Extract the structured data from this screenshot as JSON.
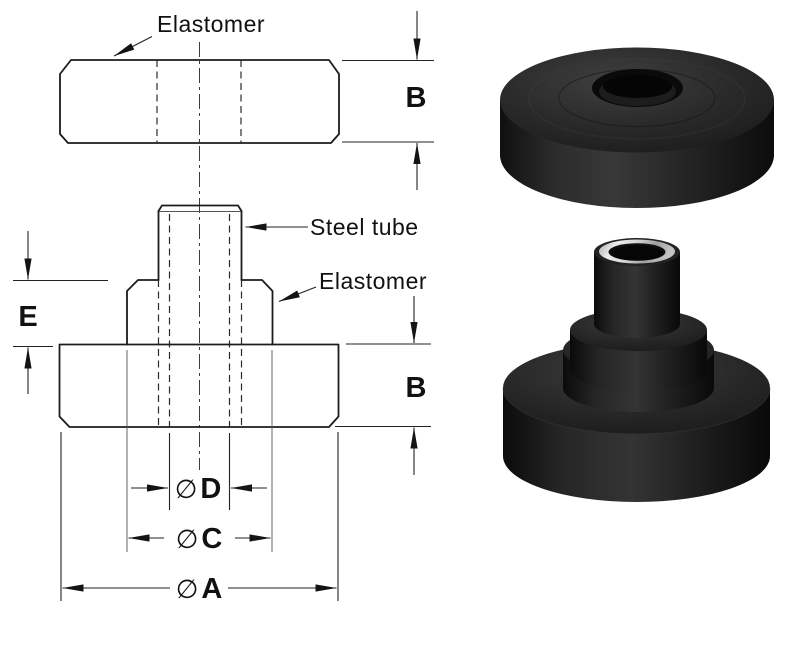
{
  "figure": {
    "background": "#ffffff",
    "callouts": {
      "top_elastomer": "Elastomer",
      "steel_tube": "Steel tube",
      "front_elastomer": "Elastomer"
    },
    "dims": {
      "b_top": "B",
      "e": "E",
      "b_front": "B",
      "d": {
        "sym": "∅",
        "ltr": "D"
      },
      "c": {
        "sym": "∅",
        "ltr": "C"
      },
      "a": {
        "sym": "∅",
        "ltr": "A"
      }
    },
    "colors": {
      "line": "#1c1c1c",
      "text": "#111111",
      "rubber": "#1a1a1a",
      "steel_ring": "#e0e0e0"
    }
  }
}
